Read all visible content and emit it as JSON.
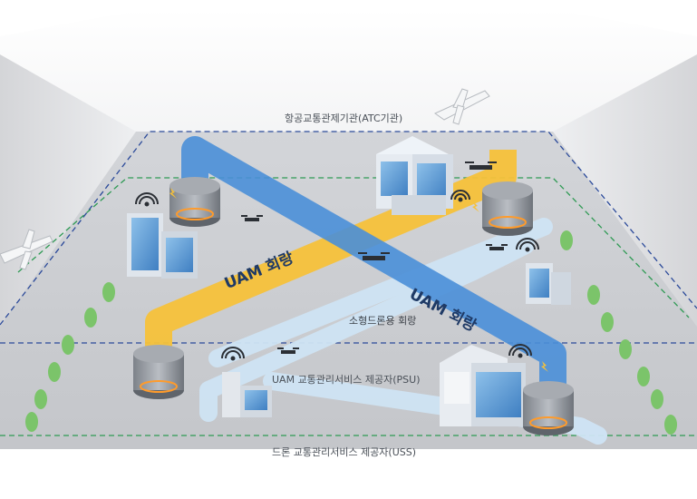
{
  "labels": {
    "atc": "항공교통관제기관(ATC기관)",
    "psu": "UAM 교통관리서비스 제공자(PSU)",
    "uss": "드론 교통관리서비스 제공자(USS)",
    "uam_corridor_yellow": "UAM 회랑",
    "uam_corridor_blue": "UAM 회랑",
    "small_drone_corridor": "소형드론용 회랑"
  },
  "colors": {
    "corridor_yellow": "#f6c13a",
    "corridor_blue": "#4a8fd8",
    "corridor_light": "#cfe4f4",
    "boundary_navy": "#2b4a9a",
    "boundary_green": "#2f9a54",
    "ground": "#c9cbcf"
  }
}
